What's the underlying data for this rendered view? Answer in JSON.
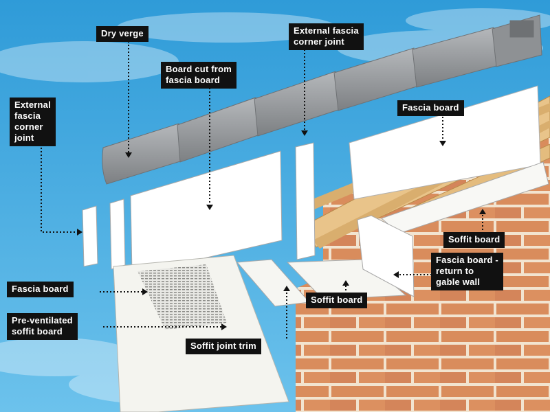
{
  "labels": {
    "dry_verge": "Dry verge",
    "external_fascia_corner_joint_top": "External fascia\ncorner joint",
    "board_cut_from_fascia": "Board cut from\nfascia board",
    "external_fascia_corner_joint_left": "External\nfascia\ncorner\njoint",
    "fascia_board_top": "Fascia board",
    "soffit_board_right": "Soffit board",
    "fascia_board_return": "Fascia board -\nreturn to\ngable wall",
    "fascia_board_left": "Fascia board",
    "soffit_board_center": "Soffit board",
    "pre_ventilated_soffit": "Pre-ventilated\nsoffit board",
    "soffit_joint_trim": "Soffit joint trim"
  },
  "colors": {
    "sky": "#3aa4dc",
    "label_bg": "#111111",
    "label_text": "#ffffff",
    "brick": "#d98c5c",
    "mortar": "#f2e4d0",
    "timber": "#e9c48a",
    "verge": "#9a9da1",
    "board": "#ffffff"
  }
}
